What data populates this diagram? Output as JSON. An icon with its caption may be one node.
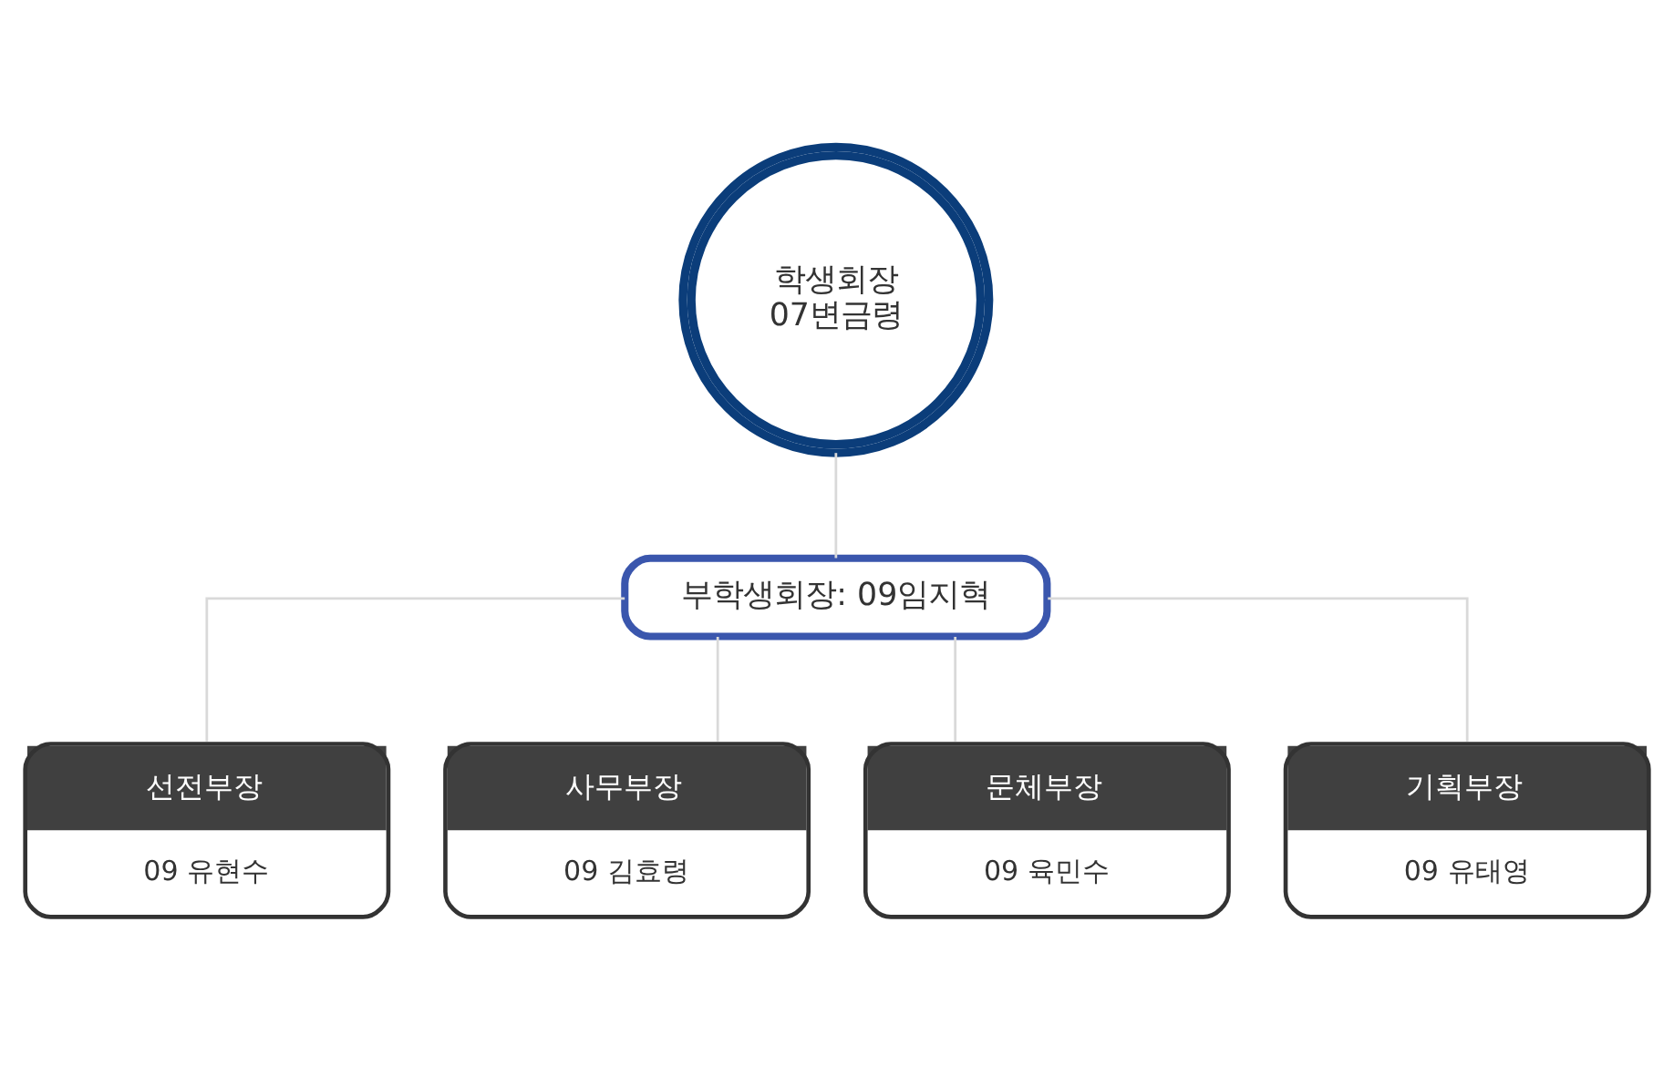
{
  "diagram": {
    "nodes": [
      {
        "text": [
          "학생회장",
          "07변금령"
        ]
      },
      {
        "text": [
          "부학생회장: 09임지혁"
        ]
      },
      {
        "text": [
          "선전부장",
          "09 유현수"
        ]
      },
      {
        "text": [
          "사무부장",
          "09 김효령"
        ]
      },
      {
        "text": [
          "문체부장",
          "09 육민수"
        ]
      },
      {
        "text": [
          "기획부장",
          "09 유태영"
        ]
      }
    ],
    "edges": [
      {
        "from": 0,
        "to": 1,
        "arrow": "none"
      },
      {
        "from": 1,
        "to": 2,
        "arrow": "none"
      },
      {
        "from": 1,
        "to": 3,
        "arrow": "none"
      },
      {
        "from": 1,
        "to": 4,
        "arrow": "none"
      },
      {
        "from": 1,
        "to": 5,
        "arrow": "none"
      }
    ]
  }
}
